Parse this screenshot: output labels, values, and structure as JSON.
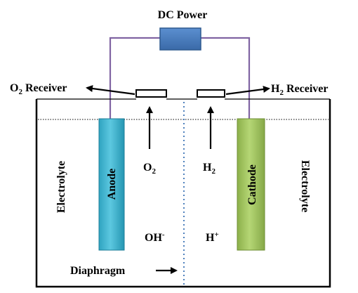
{
  "power": {
    "label": "DC Power"
  },
  "receivers": {
    "left": {
      "label": "O",
      "sub": "2",
      "suffix": " Receiver"
    },
    "right": {
      "label": "H",
      "sub": "2",
      "suffix": " Receiver"
    }
  },
  "electrodes": {
    "anode": {
      "label": "Anode"
    },
    "cathode": {
      "label": "Cathode"
    }
  },
  "gases": {
    "left": {
      "label": "O",
      "sub": "2"
    },
    "right": {
      "label": "H",
      "sub": "2"
    }
  },
  "ions": {
    "left": {
      "label": "OH",
      "sup": "-"
    },
    "right": {
      "label": "H",
      "sup": "+"
    }
  },
  "electrolyte": {
    "left_label": "Electrolyte",
    "right_label": "Electrolyte"
  },
  "diaphragm": {
    "label": "Diaphragm"
  },
  "colors": {
    "power_fill": "#4a7ebb",
    "wire": "#8064a2",
    "anode_fill": "#31b0cc",
    "cathode_fill": "#9bbb59",
    "diaphragm_line": "#4f81bd"
  }
}
